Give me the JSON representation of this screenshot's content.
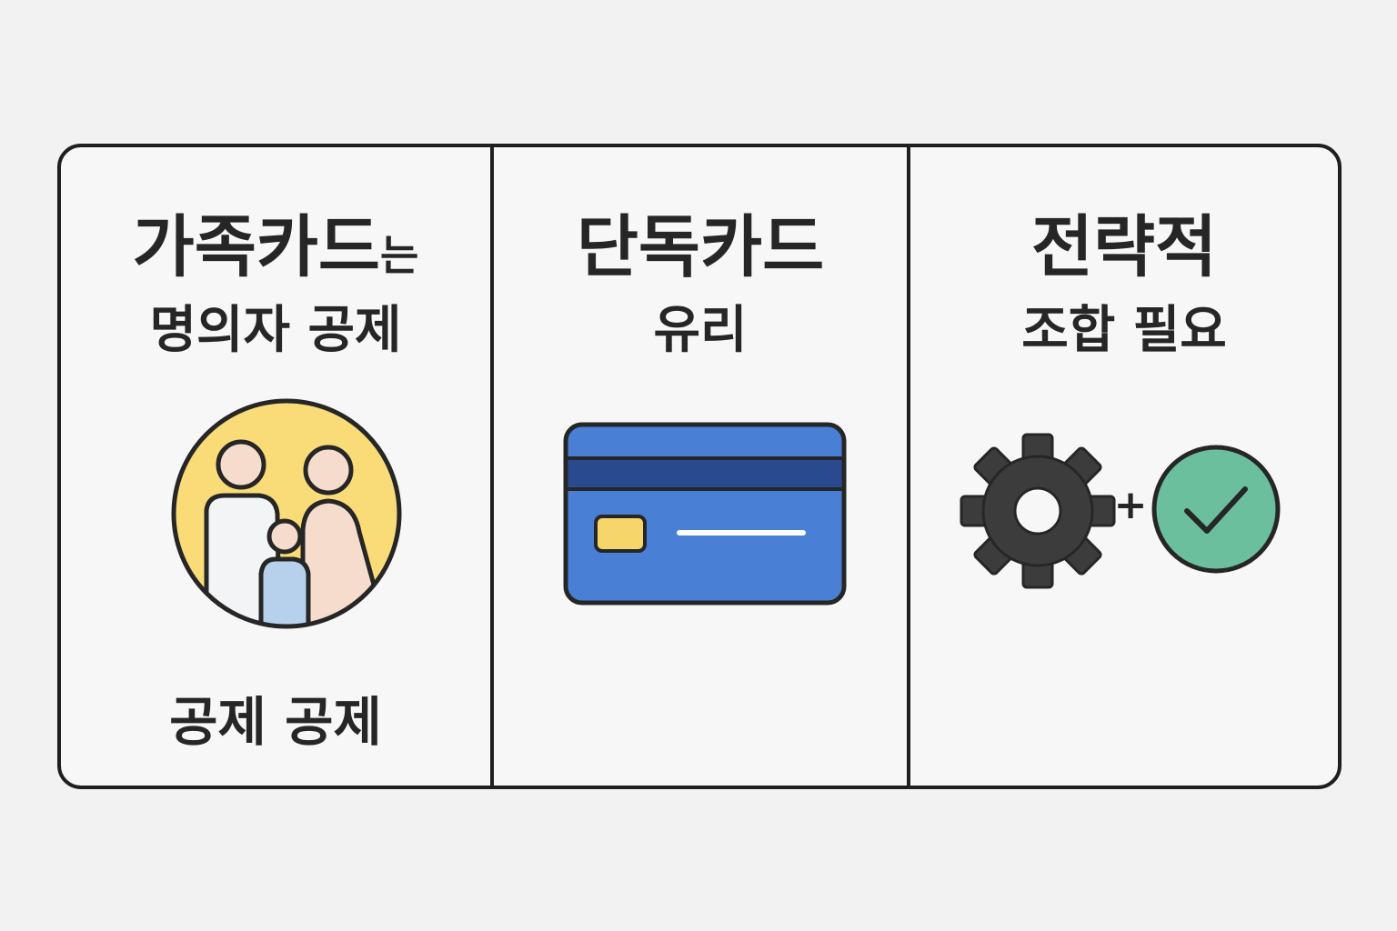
{
  "panels": [
    {
      "title_main": "가족카드",
      "title_suffix": "는",
      "subtitle": "명의자 공제",
      "footer": "공제 공제",
      "icon": "family-icon",
      "colors": {
        "circle": "#f9dc78",
        "adult": "#f6dccd",
        "child": "#b7d1ec",
        "figure_light": "#f3f4f6"
      }
    },
    {
      "title_main": "단독카드",
      "subtitle": "유리",
      "icon": "credit-card-icon",
      "colors": {
        "card": "#4a7fd6",
        "stripe": "#2a4a8f",
        "chip": "#f6d56a",
        "line": "#ffffff"
      }
    },
    {
      "title_main": "전략적",
      "subtitle": "조합 필요",
      "icon_left": "gear-icon",
      "connector": "+",
      "icon_right": "check-circle-icon",
      "colors": {
        "gear": "#3c3c3c",
        "check_bg": "#6cbf9c",
        "check_mark": "#262626"
      }
    }
  ]
}
